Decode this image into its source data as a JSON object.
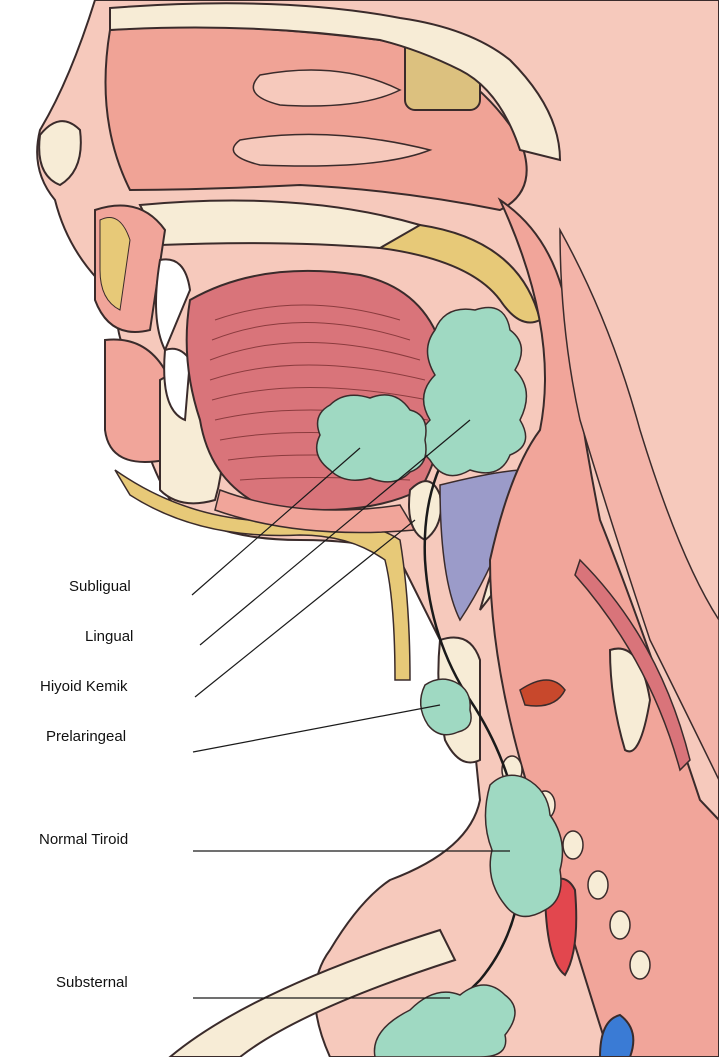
{
  "labels": {
    "subligual": "Subligual",
    "lingual": "Lingual",
    "hiyoid": "Hiyoid Kemik",
    "prelaringeal": "Prelaringeal",
    "normal_tiroid": "Normal Tiroid",
    "substernal": "Substernal"
  },
  "colors": {
    "skin": "#f6c9bc",
    "tissue": "#f1a59a",
    "muscle": "#d9747a",
    "bone": "#f7ecd6",
    "fat": "#e7c978",
    "thyroid": "#9fd9c2",
    "ligament": "#9b9bc9",
    "sinus": "#dcc17f",
    "artery": "#e2474e",
    "vein": "#3a7bd5",
    "outline": "#3a2b2b"
  },
  "icons": [
    "sagittal-head-neck-illustration"
  ]
}
